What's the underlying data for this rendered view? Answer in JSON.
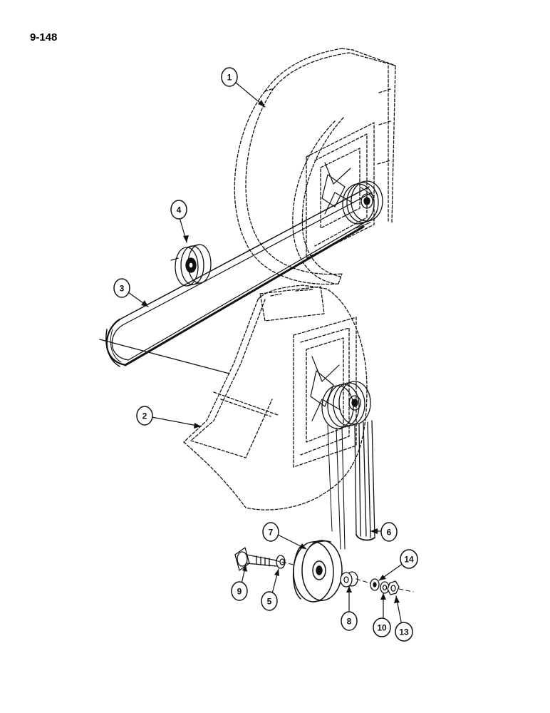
{
  "page": {
    "number": "9-148"
  },
  "callouts": [
    {
      "id": "c1",
      "label": "1",
      "part": "upper-belt-guard"
    },
    {
      "id": "c2",
      "label": "2",
      "part": "lower-belt-guard"
    },
    {
      "id": "c3",
      "label": "3",
      "part": "long-v-belt"
    },
    {
      "id": "c4",
      "label": "4",
      "part": "idler-pulley-upper"
    },
    {
      "id": "c5",
      "label": "5",
      "part": "spacer"
    },
    {
      "id": "c6",
      "label": "6",
      "part": "short-v-belts"
    },
    {
      "id": "c7",
      "label": "7",
      "part": "idler-pulley-lower"
    },
    {
      "id": "c8",
      "label": "8",
      "part": "bushing"
    },
    {
      "id": "c9",
      "label": "9",
      "part": "bolt"
    },
    {
      "id": "c10",
      "label": "10",
      "part": "lock-washer"
    },
    {
      "id": "c13",
      "label": "13",
      "part": "nut"
    },
    {
      "id": "c14",
      "label": "14",
      "part": "flat-washer"
    }
  ],
  "colors": {
    "ink": "#111111",
    "paper": "#ffffff"
  }
}
